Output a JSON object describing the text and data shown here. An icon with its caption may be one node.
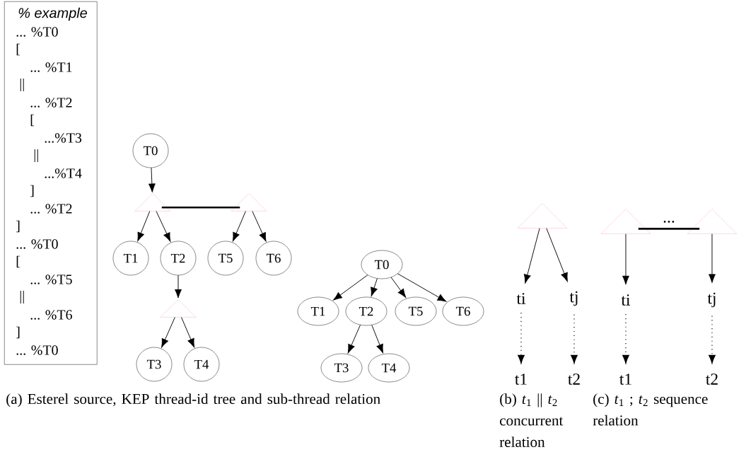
{
  "diagram": {
    "nodes": [
      {
        "text": [
          "% example",
          "... %T0",
          "[",
          "... %T1",
          "||",
          "... %T2",
          "[",
          "...%T3",
          "||",
          "...%T4",
          "]",
          "... %T2",
          "]",
          "... %T0",
          "[",
          "... %T5",
          "||",
          "... %T6",
          "]",
          "... %T0"
        ]
      },
      {
        "text": [
          "T0"
        ]
      },
      {
        "text": [],
        "shape": "triangle"
      },
      {
        "text": [],
        "shape": "triangle"
      },
      {
        "text": [
          "T1"
        ]
      },
      {
        "text": [
          "T2"
        ]
      },
      {
        "text": [
          "T5"
        ]
      },
      {
        "text": [
          "T6"
        ]
      },
      {
        "text": [],
        "shape": "triangle"
      },
      {
        "text": [
          "T3"
        ]
      },
      {
        "text": [
          "T4"
        ]
      },
      {
        "text": [
          "T0"
        ]
      },
      {
        "text": [
          "T1"
        ]
      },
      {
        "text": [
          "T2"
        ]
      },
      {
        "text": [
          "T5"
        ]
      },
      {
        "text": [
          "T6"
        ]
      },
      {
        "text": [
          "T3"
        ]
      },
      {
        "text": [
          "T4"
        ]
      },
      {
        "text": [],
        "shape": "triangle"
      },
      {
        "text": [
          "ti"
        ]
      },
      {
        "text": [
          "tj"
        ]
      },
      {
        "text": [
          "t1"
        ]
      },
      {
        "text": [
          "t2"
        ]
      },
      {
        "text": [],
        "shape": "triangle"
      },
      {
        "text": [],
        "shape": "triangle"
      },
      {
        "text": [
          "ti"
        ]
      },
      {
        "text": [
          "tj"
        ]
      },
      {
        "text": [
          "t1"
        ]
      },
      {
        "text": [
          "t2"
        ]
      }
    ],
    "edges": [
      {
        "from": 1,
        "to": 2,
        "arrow": "to"
      },
      {
        "from": 2,
        "to": 3,
        "arrow": "none",
        "style": "thick"
      },
      {
        "from": 2,
        "to": 4,
        "arrow": "to"
      },
      {
        "from": 2,
        "to": 5,
        "arrow": "to"
      },
      {
        "from": 3,
        "to": 6,
        "arrow": "to"
      },
      {
        "from": 3,
        "to": 7,
        "arrow": "to"
      },
      {
        "from": 5,
        "to": 8,
        "arrow": "to"
      },
      {
        "from": 8,
        "to": 9,
        "arrow": "to"
      },
      {
        "from": 8,
        "to": 10,
        "arrow": "to"
      },
      {
        "from": 11,
        "to": 12,
        "arrow": "to"
      },
      {
        "from": 11,
        "to": 13,
        "arrow": "to"
      },
      {
        "from": 11,
        "to": 14,
        "arrow": "to"
      },
      {
        "from": 11,
        "to": 15,
        "arrow": "to"
      },
      {
        "from": 13,
        "to": 16,
        "arrow": "to"
      },
      {
        "from": 13,
        "to": 17,
        "arrow": "to"
      },
      {
        "from": 18,
        "to": 19,
        "arrow": "to"
      },
      {
        "from": 18,
        "to": 20,
        "arrow": "to"
      },
      {
        "from": 19,
        "to": 21,
        "arrow": "to",
        "style": "dashed"
      },
      {
        "from": 20,
        "to": 22,
        "arrow": "to",
        "style": "dashed"
      },
      {
        "from": 23,
        "to": 24,
        "arrow": "none",
        "style": "thick",
        "label": "..."
      },
      {
        "from": 23,
        "to": 25,
        "arrow": "to"
      },
      {
        "from": 24,
        "to": 26,
        "arrow": "to"
      },
      {
        "from": 25,
        "to": 27,
        "arrow": "to",
        "style": "dashed"
      },
      {
        "from": 26,
        "to": 28,
        "arrow": "to",
        "style": "dashed"
      }
    ],
    "labels": [
      "(a) Esterel source, KEP thread-id tree and sub-thread relation",
      "(b) *t*$_{1}$ || *t*$_{2}$ concurrent relation",
      "(c) *t*$_{1}$ ; *t*$_{2}$ sequence relation"
    ]
  }
}
